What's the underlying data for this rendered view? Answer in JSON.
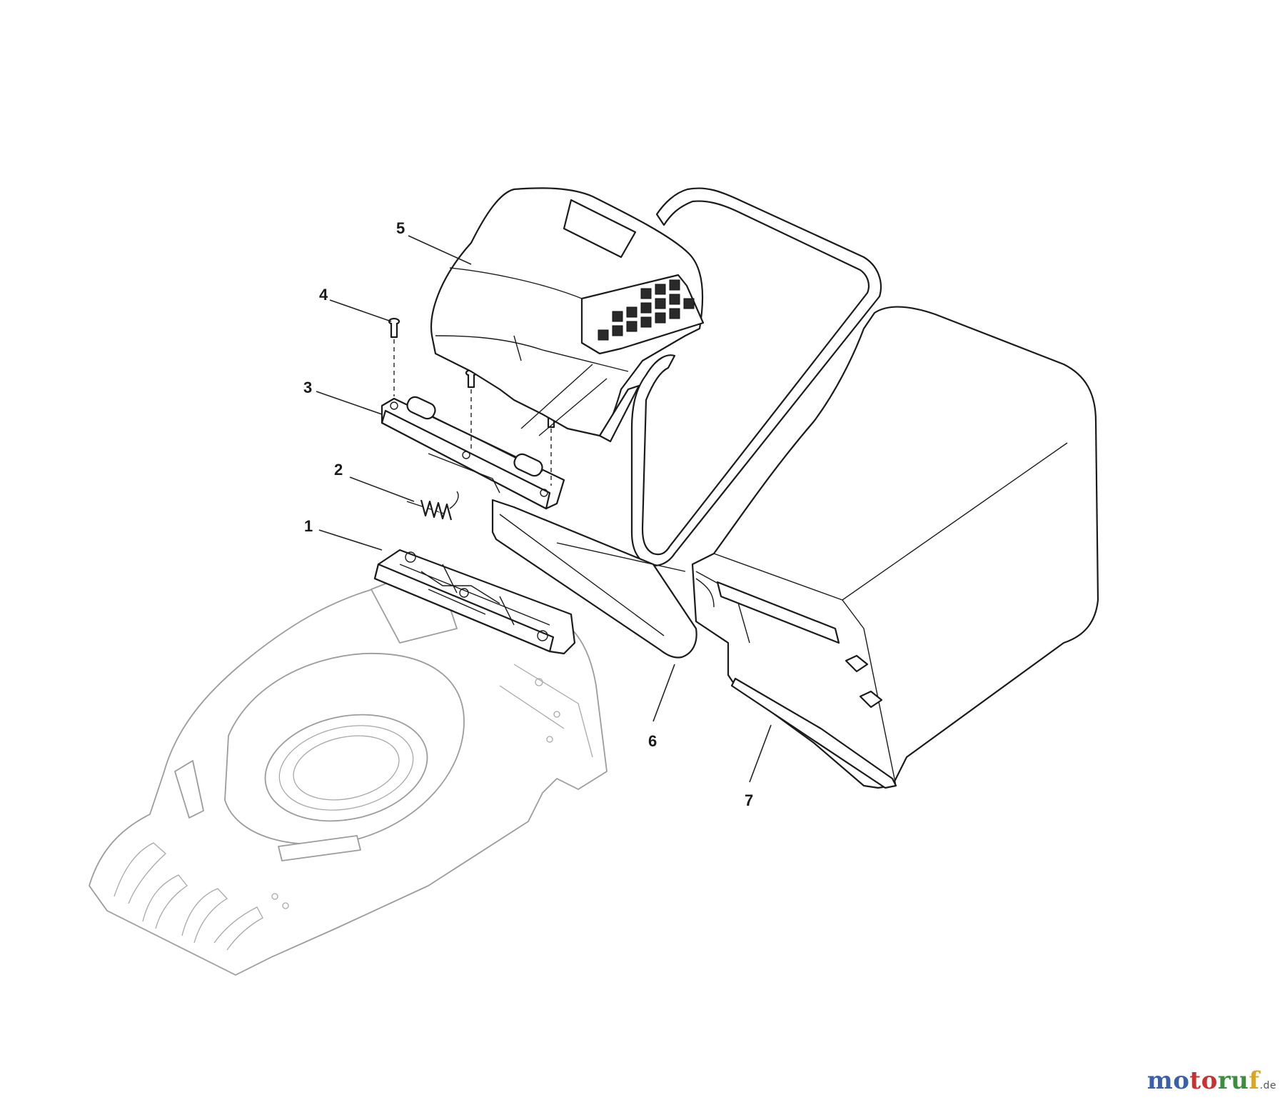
{
  "callouts": [
    {
      "id": "1",
      "label": "1"
    },
    {
      "id": "2",
      "label": "2"
    },
    {
      "id": "3",
      "label": "3"
    },
    {
      "id": "4",
      "label": "4"
    },
    {
      "id": "5",
      "label": "5"
    },
    {
      "id": "6",
      "label": "6"
    },
    {
      "id": "7",
      "label": "7"
    }
  ],
  "watermark": {
    "text": "motoruf",
    "tld": ".de",
    "colors": [
      "#3b5fa8",
      "#c8322f",
      "#3b8e3c",
      "#e0a31d"
    ]
  }
}
